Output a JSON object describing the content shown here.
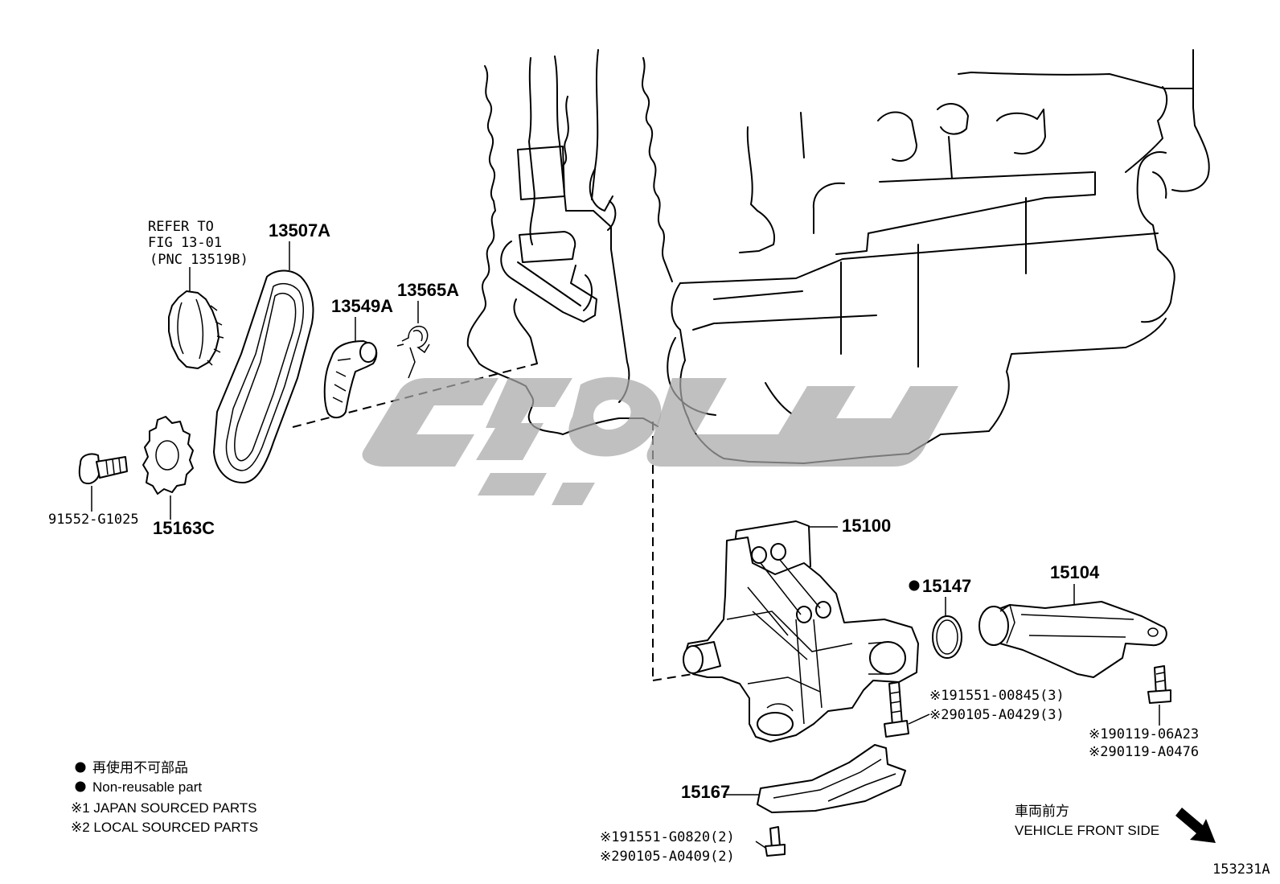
{
  "refer": {
    "line1": "REFER TO",
    "line2": "FIG 13-01",
    "line3": "(PNC 13519B)"
  },
  "parts": {
    "chain": "13507A",
    "damper": "13549A",
    "spring": "13565A",
    "bolt": "91552-G1025",
    "sprocket": "15163C",
    "oil_pump": "15100",
    "gasket": "15147",
    "strainer": "15104",
    "plate": "15167"
  },
  "notes": {
    "pump_bolt_1": "※191551-00845(3)",
    "pump_bolt_2": "※290105-A0429(3)",
    "strainer_bolt_1": "※190119-06A23",
    "strainer_bolt_2": "※290119-A0476",
    "plate_bolt_1": "※191551-G0820(2)",
    "plate_bolt_2": "※290105-A0409(2)"
  },
  "legend": {
    "nonreusable_jp": "再使用不可部品",
    "nonreusable_en": "Non-reusable part",
    "japan_sourced": "※1 JAPAN SOURCED PARTS",
    "local_sourced": "※2 LOCAL SOURCED PARTS"
  },
  "front": {
    "jp": "車両前方",
    "en": "VEHICLE FRONT SIDE"
  },
  "figure_id": "153231A",
  "colors": {
    "line": "#000000",
    "watermark": "#a8a8a8",
    "background": "#ffffff"
  }
}
